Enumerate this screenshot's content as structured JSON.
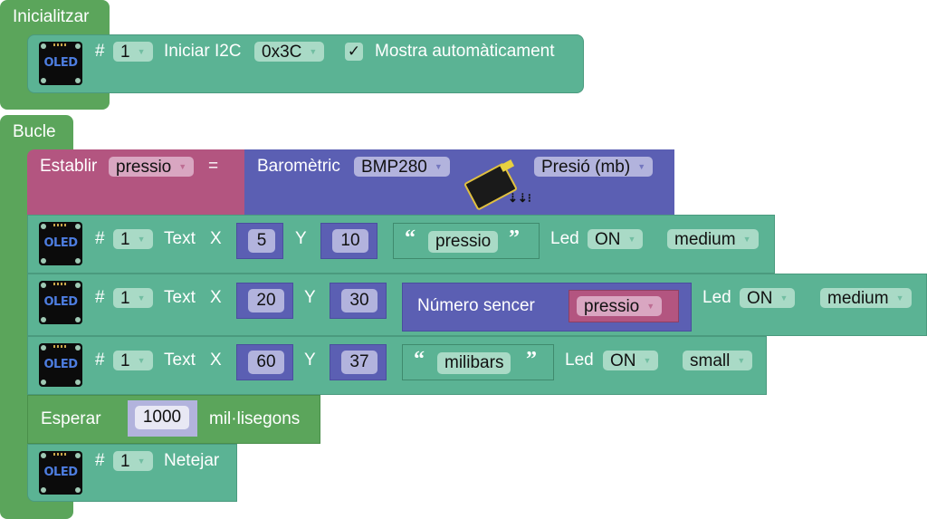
{
  "init_block": {
    "label": "Inicialitzar",
    "oled_init": {
      "hash": "#",
      "display_id": "1",
      "action": "Iniciar I2C",
      "address": "0x3C",
      "auto_show_checked": "✓",
      "auto_show_label": "Mostra automàticament"
    }
  },
  "loop_block": {
    "label": "Bucle",
    "set_var": {
      "label": "Establir",
      "variable": "pressio",
      "equals": "=",
      "sensor_label": "Baromètric",
      "sensor_model": "BMP280",
      "measure": "Presió (mb)"
    },
    "text_rows": [
      {
        "hash": "#",
        "display_id": "1",
        "label": "Text",
        "x_label": "X",
        "x": "5",
        "y_label": "Y",
        "y": "10",
        "open_quote": "“",
        "string": "pressio",
        "close_quote": "”",
        "led_label": "Led",
        "led": "ON",
        "size": "medium"
      },
      {
        "hash": "#",
        "display_id": "1",
        "label": "Text",
        "x_label": "X",
        "x": "20",
        "y_label": "Y",
        "y": "30",
        "int_label": "Número sencer",
        "variable": "pressio",
        "led_label": "Led",
        "led": "ON",
        "size": "medium"
      },
      {
        "hash": "#",
        "display_id": "1",
        "label": "Text",
        "x_label": "X",
        "x": "60",
        "y_label": "Y",
        "y": "37",
        "open_quote": "“",
        "string": "milibars",
        "close_quote": "”",
        "led_label": "Led",
        "led": "ON",
        "size": "small"
      }
    ],
    "wait": {
      "label": "Esperar",
      "value": "1000",
      "unit": "mil·lisegons"
    },
    "clear": {
      "hash": "#",
      "display_id": "1",
      "label": "Netejar"
    }
  },
  "icons": {
    "oled": "OLED"
  },
  "colors": {
    "control": "#5ba55b",
    "oled": "#5bb394",
    "variable": "#b35580",
    "sensor": "#5b5fb3"
  }
}
